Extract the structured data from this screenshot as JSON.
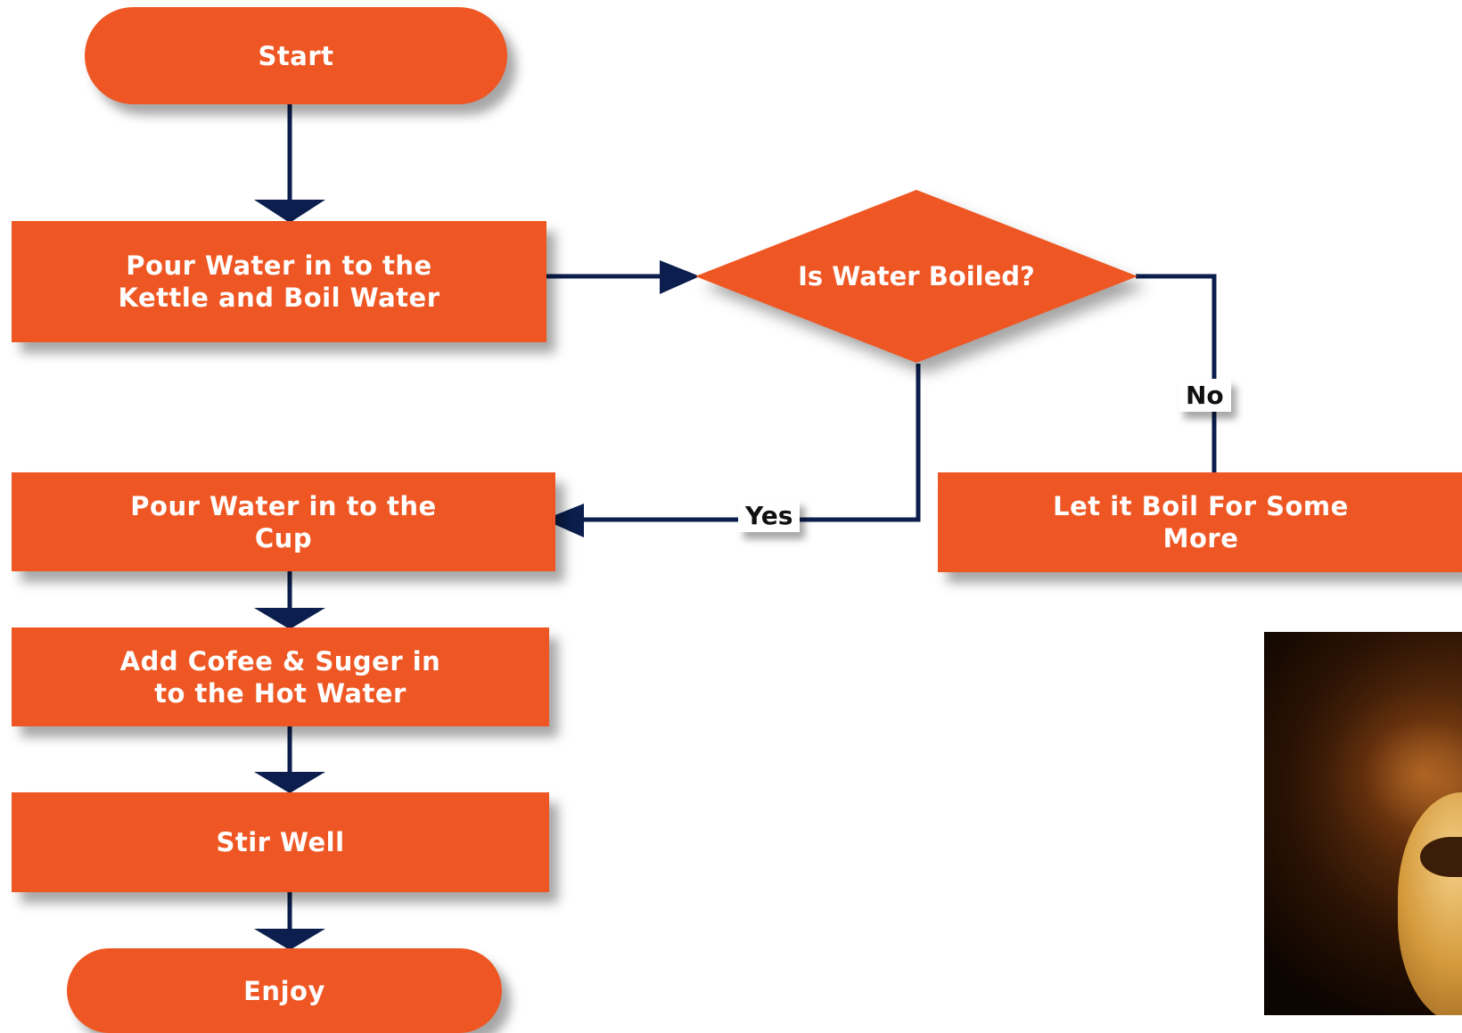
{
  "nodes": {
    "start": "Start",
    "pour_kettle": "Pour Water in to the\nKettle and Boil Water",
    "decision": "Is Water Boiled?",
    "boil_more": "Let it Boil For Some\nMore",
    "pour_cup": "Pour Water in to the\nCup",
    "add_coffee": "Add Cofee & Suger in\nto the Hot Water",
    "stir": "Stir Well",
    "enjoy": "Enjoy"
  },
  "edges": {
    "yes": "Yes",
    "no": "No"
  },
  "colors": {
    "node_fill": "#ee5724",
    "connector": "#0b1e4d",
    "node_text": "#ffffff"
  }
}
